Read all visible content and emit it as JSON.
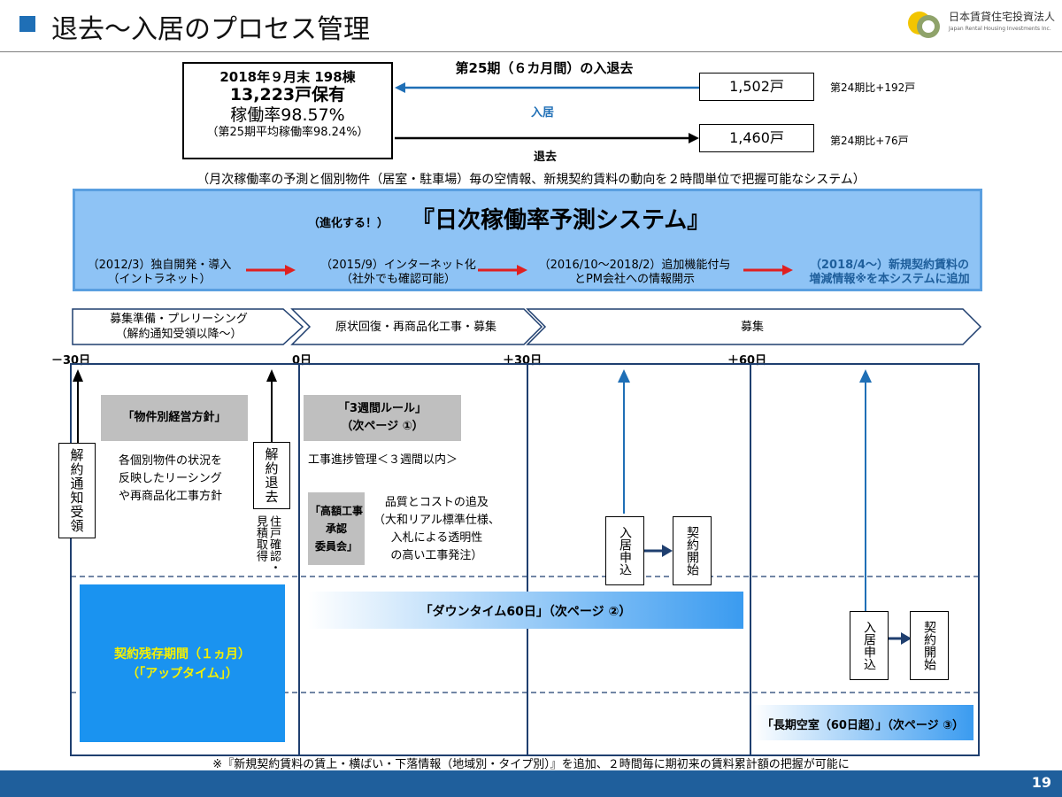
{
  "header": {
    "title": "退去～入居のプロセス管理",
    "logo_name": "日本賃貸住宅投資法人",
    "logo_en": "Japan Rental Housing Investments Inc."
  },
  "summary": {
    "line1": "2018年９月末 198棟",
    "line2": "13,223戸保有",
    "line3": "稼働率98.57%",
    "line4": "（第25期平均稼働率98.24%）"
  },
  "flow": {
    "heading": "第25期（６カ月間）の入退去",
    "move_in_label": "入居",
    "move_out_label": "退去",
    "move_in_count": "1,502戸",
    "move_out_count": "1,460戸",
    "move_in_compare": "第24期比+192戸",
    "move_out_compare": "第24期比+76戸"
  },
  "system_note": "（月次稼働率の予測と個別物件（居室・駐車場）毎の空情報、新規契約賃料の動向を２時間単位で把握可能なシステム）",
  "banner": {
    "prefix": "（進化する！）",
    "title": "『日次稼働率予測システム』",
    "steps": [
      {
        "line1": "（2012/3）独自開発・導入",
        "line2": "（イントラネット）"
      },
      {
        "line1": "（2015/9）インターネット化",
        "line2": "（社外でも確認可能）"
      },
      {
        "line1": "（2016/10～2018/2）追加機能付与",
        "line2": "とPM会社への情報開示"
      },
      {
        "line1": "（2018/4～）新規契約賃料の",
        "line2": "増減情報※を本システムに追加"
      }
    ]
  },
  "phases": [
    {
      "line1": "募集準備・プレリーシング",
      "line2": "（解約通知受領以降～）"
    },
    {
      "line1": "原状回復・再商品化工事・募集",
      "line2": ""
    },
    {
      "line1": "募集",
      "line2": ""
    }
  ],
  "days": [
    "－30日",
    "0日",
    "＋30日",
    "＋60日"
  ],
  "timeline": {
    "notice_box": "解約通知受領",
    "policy_box": "「物件別経営方針」",
    "policy_desc": [
      "各個別物件の状況を",
      "反映したリーシング",
      "や再商品化工事方針"
    ],
    "vacate_box": "解約退去",
    "check_text": "住戸確認・見積取得",
    "rule_box": [
      "「3週間ルール」",
      "（次ページ ①）"
    ],
    "rule_desc": "工事進捗管理＜３週間以内＞",
    "committee_box": [
      "「高額工事",
      "承認",
      "委員会」"
    ],
    "committee_desc": [
      "品質とコストの追及",
      "（大和リアル標準仕様、",
      "入札による透明性",
      "の高い工事発注）"
    ],
    "apply_box": "入居申込",
    "contract_box": "契約開始",
    "uptime_lines": [
      "契約残存期間（１ヵ月）",
      "（「アップタイム」）"
    ],
    "downtime_label": "「ダウンタイム60日」（次ページ ②）",
    "longterm_label": "「長期空室（60日超）」（次ページ ③）"
  },
  "footnote": "※『新規契約賃料の賃上・横ばい・下落情報（地域別・タイプ別）』を追加、２時間毎に期初来の賃料累計額の把握が可能に",
  "page_number": "19",
  "colors": {
    "accent": "#1f6fb6",
    "banner": "#8ec3f5",
    "uptime": "#1a93f0",
    "arrow_red": "#e02020",
    "footer": "#1f5f9c"
  }
}
